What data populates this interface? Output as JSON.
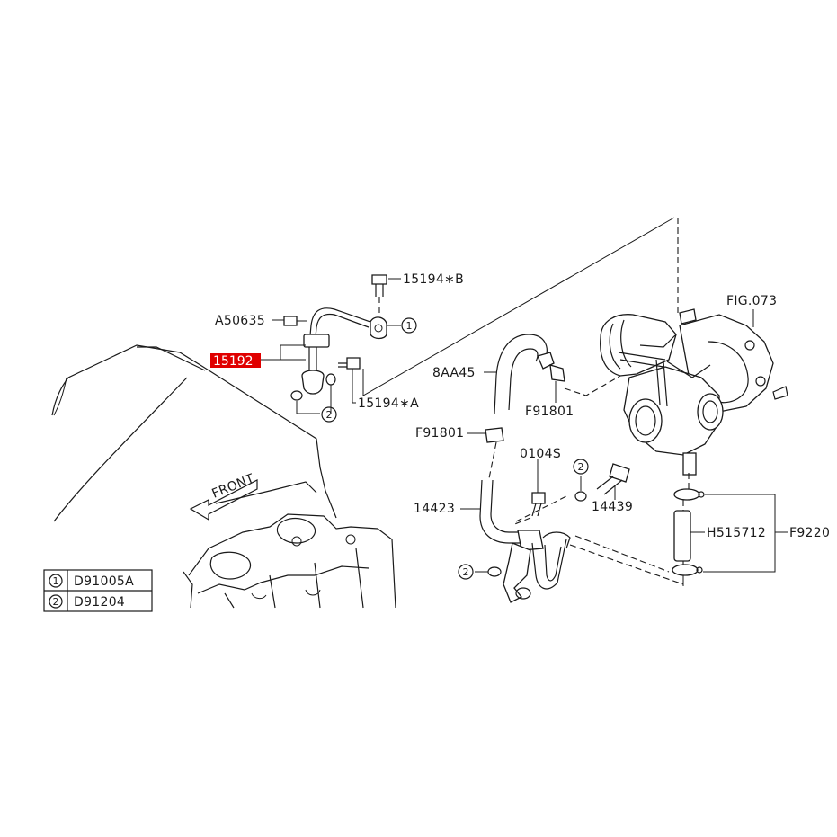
{
  "diagram": {
    "colors": {
      "line": "#1a1a1a",
      "highlight": "#e00000",
      "background": "#ffffff"
    },
    "labels": {
      "p15194b": "15194∗B",
      "a50635": "A50635",
      "p15192": "15192",
      "p15194a": "15194∗A",
      "p8aa45": "8AA45",
      "f91801_top": "F91801",
      "f91801_left": "F91801",
      "p0104s": "0104S",
      "p14423": "14423",
      "p14439": "14439",
      "fig073": "FIG.073",
      "h515712": "H515712",
      "f9220": "F9220",
      "front": "FRONT"
    },
    "callouts": {
      "one": "1",
      "two": "2"
    },
    "legend": {
      "rows": [
        {
          "num": "1",
          "code": "D91005A"
        },
        {
          "num": "2",
          "code": "D91204"
        }
      ]
    }
  }
}
